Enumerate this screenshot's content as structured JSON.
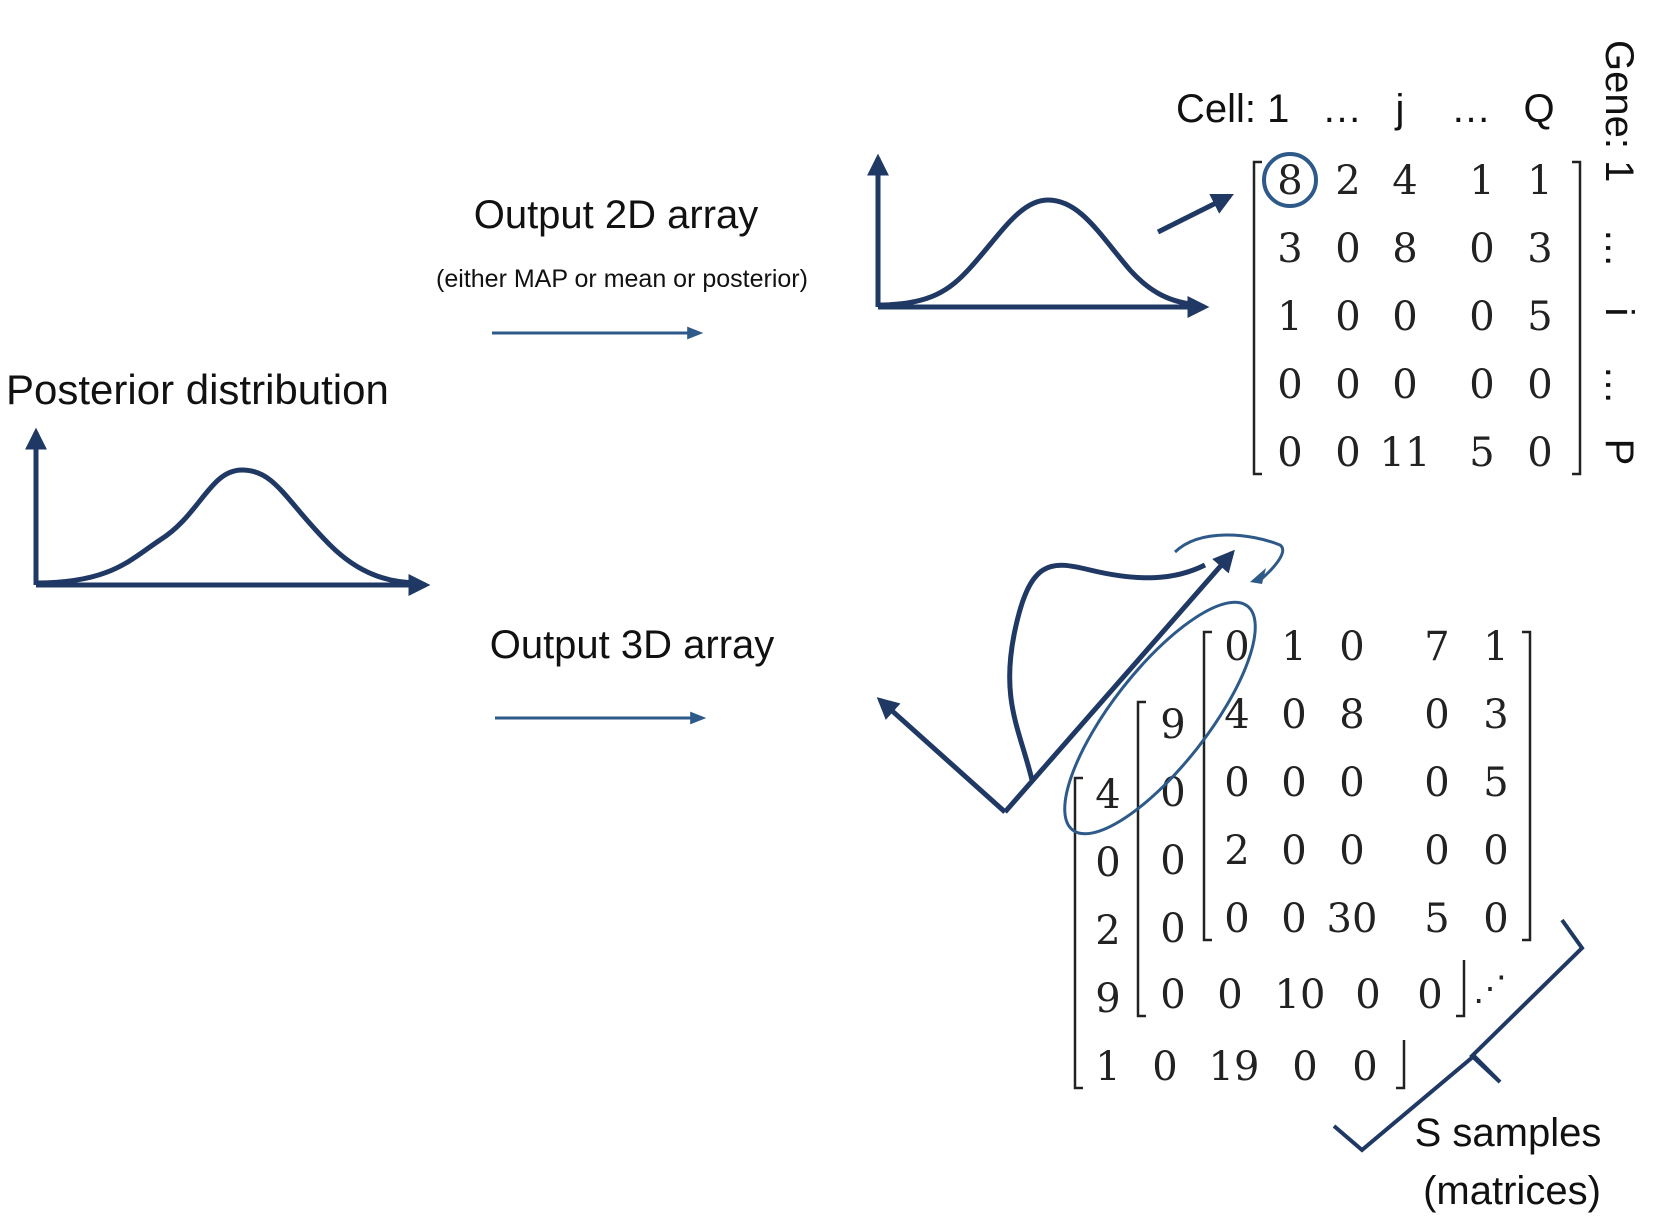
{
  "labels": {
    "posterior": "Posterior distribution",
    "output2d": "Output 2D array",
    "output2d_note": "(either MAP or mean or posterior)",
    "output3d": "Output 3D array",
    "samples_line1": "S samples",
    "samples_line2": "(matrices)"
  },
  "cell_header": [
    "Cell: 1",
    "…",
    "j",
    "…",
    "Q"
  ],
  "gene_header": [
    "Gene: 1",
    "…",
    "i",
    "…",
    "P"
  ],
  "matrix_2d": [
    [
      "8",
      "2",
      "4",
      "1",
      "1"
    ],
    [
      "3",
      "0",
      "8",
      "0",
      "3"
    ],
    [
      "1",
      "0",
      "0",
      "0",
      "5"
    ],
    [
      "0",
      "0",
      "0",
      "0",
      "0"
    ],
    [
      "0",
      "0",
      "11",
      "5",
      "0"
    ]
  ],
  "matrix_back": [
    [
      "0",
      "1",
      "0",
      "7",
      "1"
    ],
    [
      "4",
      "0",
      "8",
      "0",
      "3"
    ],
    [
      "0",
      "0",
      "0",
      "0",
      "5"
    ],
    [
      "2",
      "0",
      "0",
      "0",
      "0"
    ],
    [
      "0",
      "0",
      "30",
      "5",
      "0"
    ]
  ],
  "matrix_mid_col": [
    "9",
    "0",
    "0",
    "0"
  ],
  "matrix_mid_last_row": [
    "0",
    "0",
    "10",
    "0",
    "0"
  ],
  "matrix_front_col": [
    "4",
    "0",
    "2",
    "9"
  ],
  "matrix_front_last_row": [
    "1",
    "0",
    "19",
    "0",
    "0"
  ],
  "ellipsis_diag": "⋰",
  "colors": {
    "ink": "#1f3864",
    "arrow": "#2e5a8a"
  }
}
